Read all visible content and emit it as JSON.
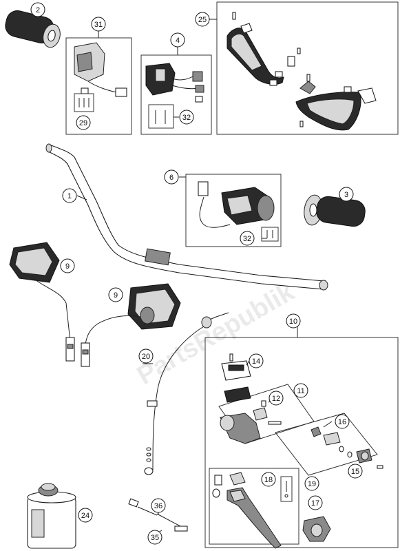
{
  "watermark": "PartsRepublik",
  "callouts": [
    {
      "id": "c2",
      "label": "2"
    },
    {
      "id": "c31",
      "label": "31"
    },
    {
      "id": "c4",
      "label": "4"
    },
    {
      "id": "c25",
      "label": "25"
    },
    {
      "id": "c29",
      "label": "29"
    },
    {
      "id": "c32a",
      "label": "32"
    },
    {
      "id": "c6",
      "label": "6"
    },
    {
      "id": "c1",
      "label": "1"
    },
    {
      "id": "c3",
      "label": "3"
    },
    {
      "id": "c32b",
      "label": "32"
    },
    {
      "id": "c9a",
      "label": "9"
    },
    {
      "id": "c9b",
      "label": "9"
    },
    {
      "id": "c10",
      "label": "10"
    },
    {
      "id": "c20",
      "label": "20"
    },
    {
      "id": "c14",
      "label": "14"
    },
    {
      "id": "c11",
      "label": "11"
    },
    {
      "id": "c12",
      "label": "12"
    },
    {
      "id": "c16",
      "label": "16"
    },
    {
      "id": "c15",
      "label": "15"
    },
    {
      "id": "c18",
      "label": "18"
    },
    {
      "id": "c19",
      "label": "19"
    },
    {
      "id": "c17",
      "label": "17"
    },
    {
      "id": "c24",
      "label": "24"
    },
    {
      "id": "c36",
      "label": "36"
    },
    {
      "id": "c35",
      "label": "35"
    }
  ]
}
